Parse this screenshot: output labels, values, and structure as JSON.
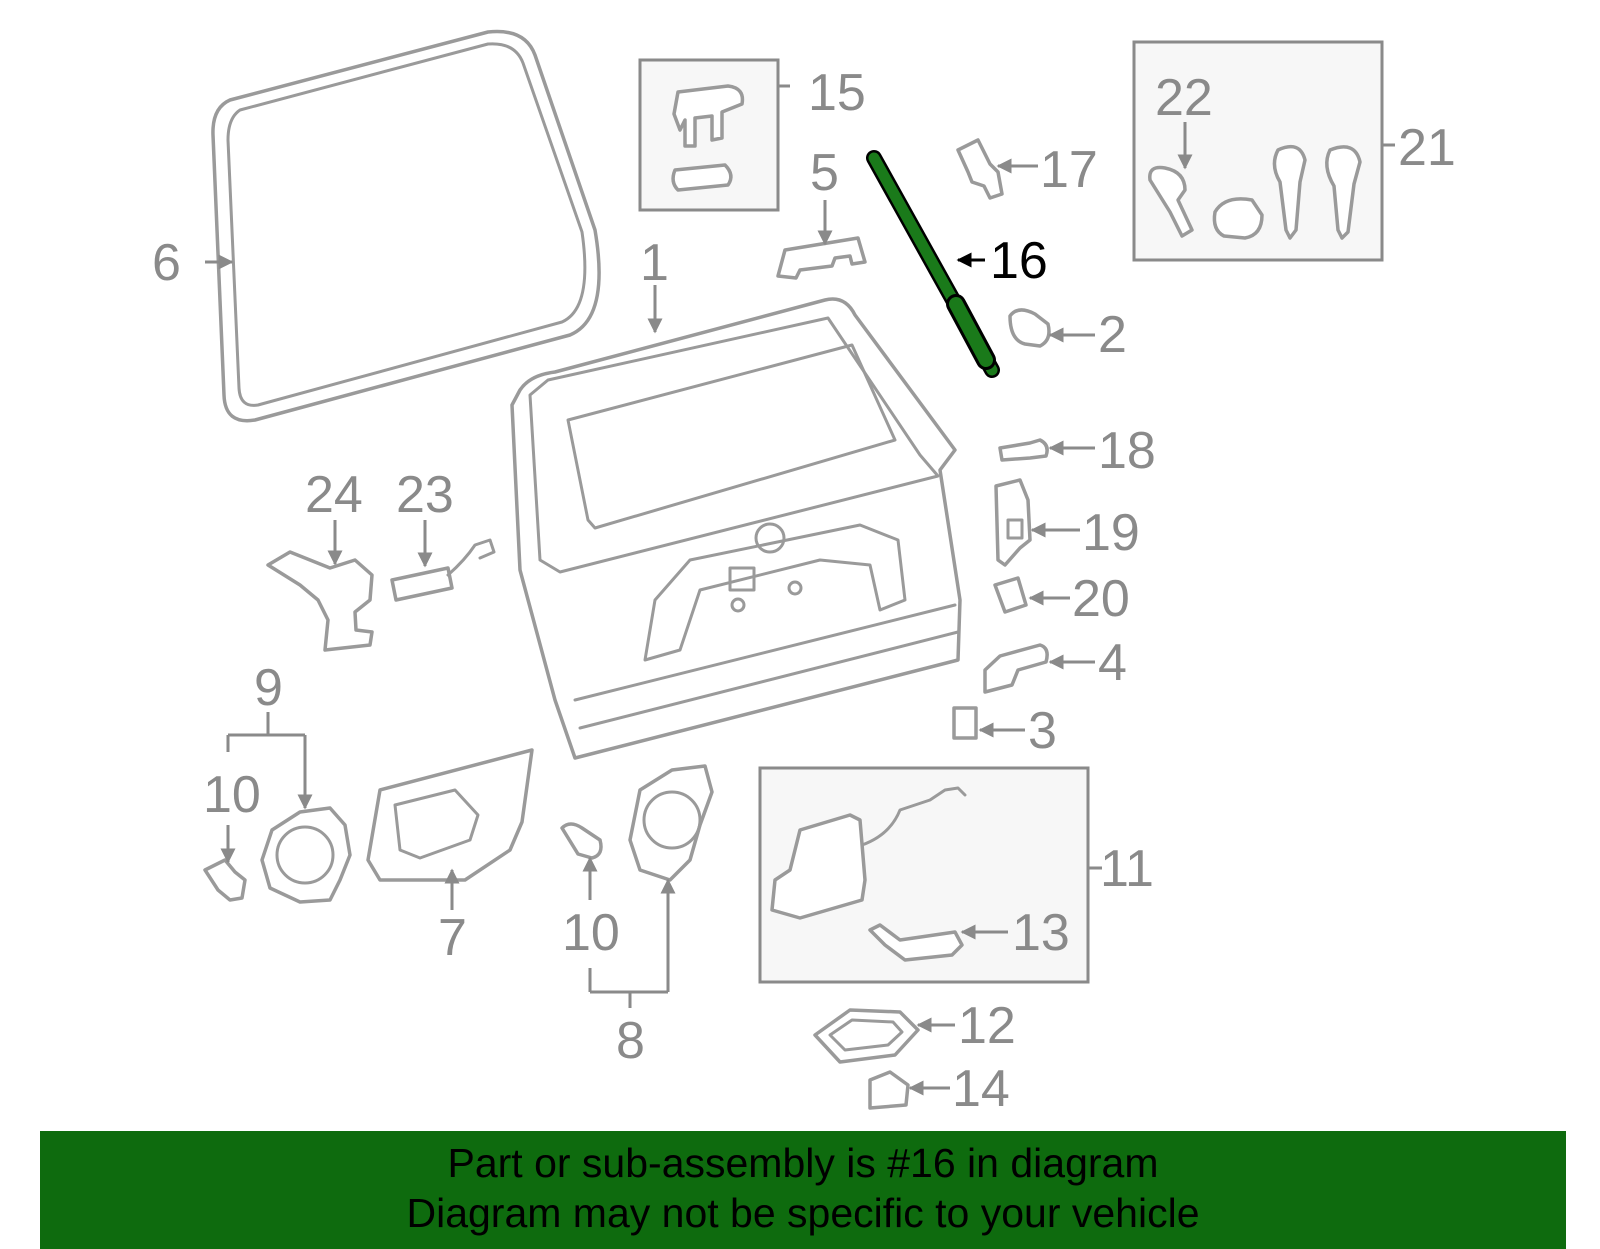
{
  "diagram": {
    "highlight_color": "#1a7a1a",
    "banner_color": "#0e6b0e",
    "labels": {
      "p1": "1",
      "p2": "2",
      "p3": "3",
      "p4": "4",
      "p5": "5",
      "p6": "6",
      "p7": "7",
      "p8": "8",
      "p9": "9",
      "p10a": "10",
      "p10b": "10",
      "p11": "11",
      "p12": "12",
      "p13": "13",
      "p14": "14",
      "p15": "15",
      "p16": "16",
      "p17": "17",
      "p18": "18",
      "p19": "19",
      "p20": "20",
      "p21": "21",
      "p22": "22",
      "p23": "23",
      "p24": "24"
    }
  },
  "banner": {
    "line1": "Part or sub-assembly is #16 in diagram",
    "line2": "Diagram may not be specific to your vehicle"
  }
}
